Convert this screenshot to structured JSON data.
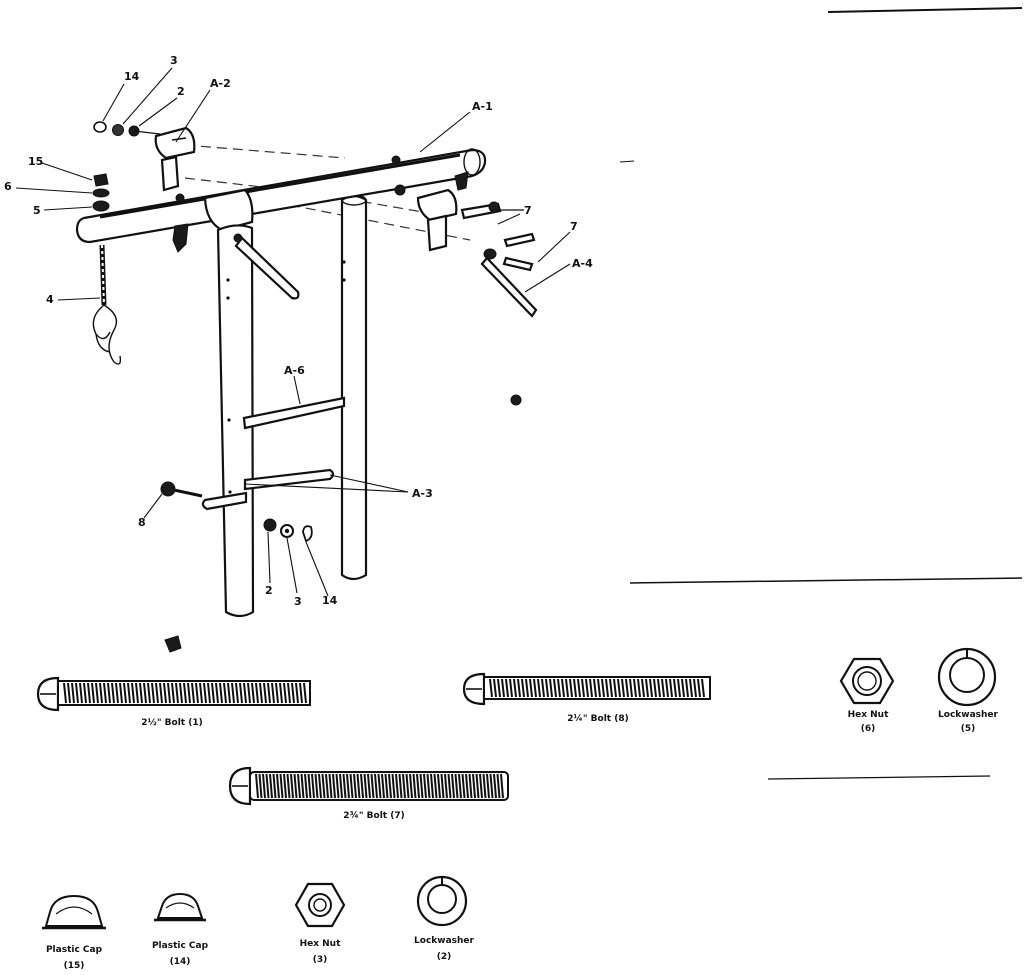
{
  "callouts": {
    "c14_top": "14",
    "c3_top": "3",
    "c2_top": "2",
    "a2": "A-2",
    "a1": "A-1",
    "c15": "15",
    "c6": "6",
    "c5": "5",
    "c7a": "7",
    "c7b": "7",
    "a4": "A-4",
    "c4": "4",
    "a6": "A-6",
    "a3": "A-3",
    "c8": "8",
    "c2_bot": "2",
    "c3_bot": "3",
    "c14_bot": "14"
  },
  "hardware": {
    "bolt1": "2½\" Bolt (1)",
    "bolt8": "2¼\" Bolt (8)",
    "bolt7": "2¾\" Bolt (7)",
    "hexnut6_name": "Hex Nut",
    "hexnut6_qty": "(6)",
    "lockwasher5_name": "Lockwasher",
    "lockwasher5_qty": "(5)",
    "cap15_name": "Plastic Cap",
    "cap15_qty": "(15)",
    "cap14_name": "Plastic Cap",
    "cap14_qty": "(14)",
    "hexnut3_name": "Hex Nut",
    "hexnut3_qty": "(3)",
    "lockwasher2_name": "Lockwasher",
    "lockwasher2_qty": "(2)"
  }
}
